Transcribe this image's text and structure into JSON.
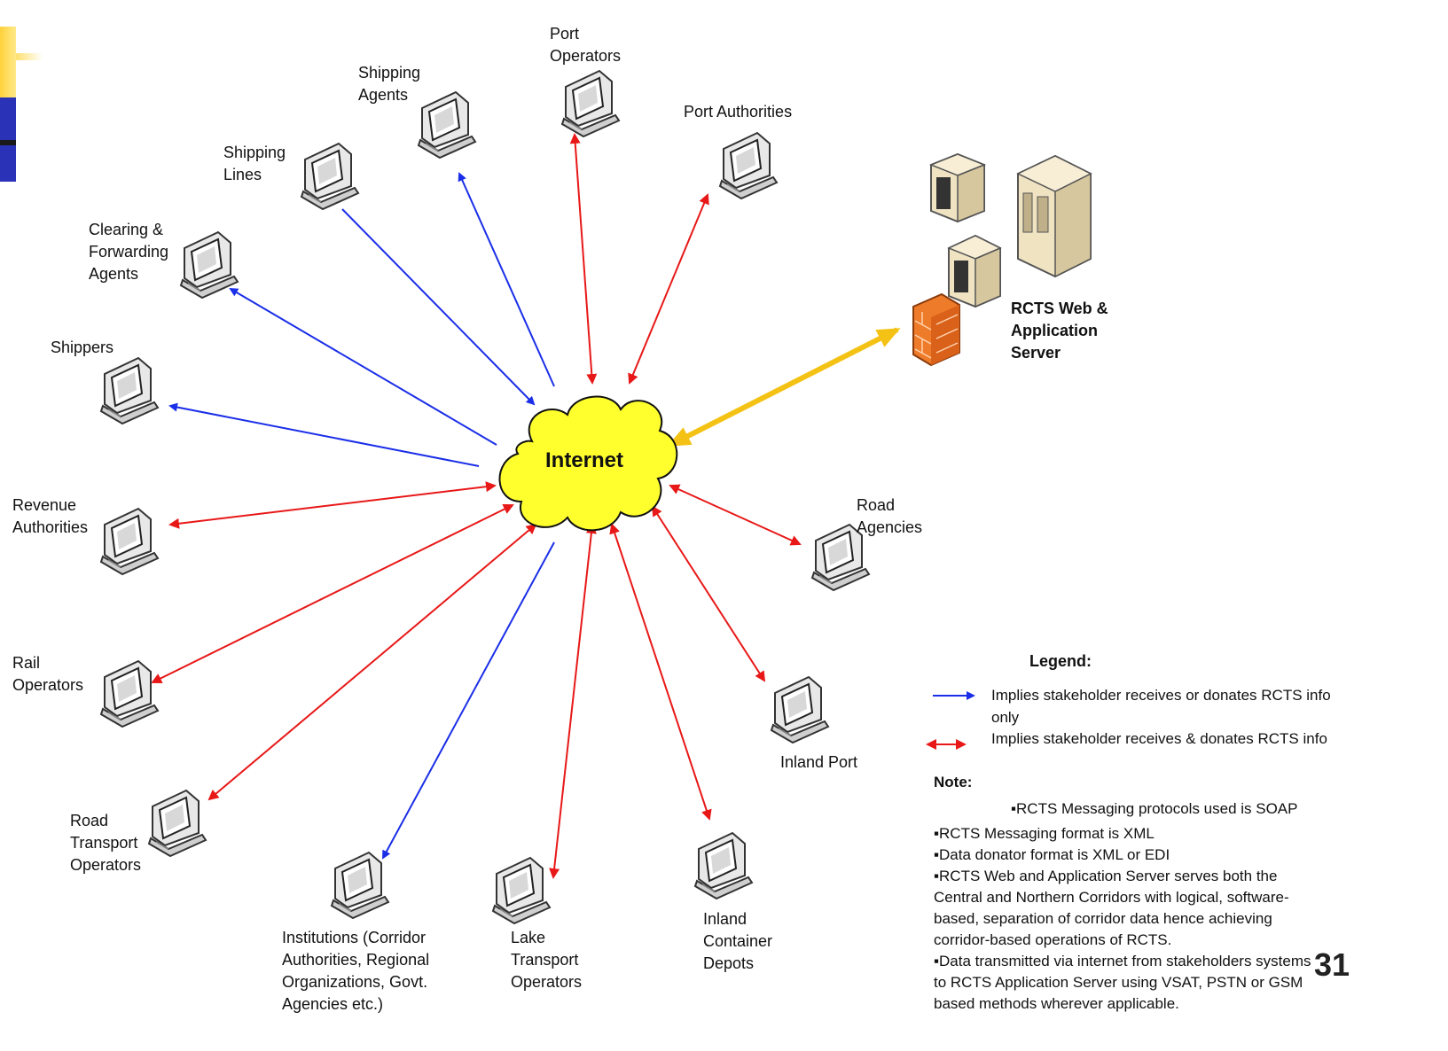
{
  "center": {
    "label": "Internet"
  },
  "stakeholders": [
    {
      "id": "port-operators",
      "label": "Port\nOperators",
      "link": "bidirectional"
    },
    {
      "id": "shipping-agents",
      "label": "Shipping\nAgents",
      "link": "one-way"
    },
    {
      "id": "port-authorities",
      "label": "Port Authorities",
      "link": "bidirectional"
    },
    {
      "id": "shipping-lines",
      "label": "Shipping\nLines",
      "link": "one-way"
    },
    {
      "id": "clearing-forwarding-agents",
      "label": "Clearing &\nForwarding\nAgents",
      "link": "one-way"
    },
    {
      "id": "shippers",
      "label": "Shippers",
      "link": "one-way"
    },
    {
      "id": "revenue-authorities",
      "label": "Revenue\nAuthorities",
      "link": "bidirectional"
    },
    {
      "id": "rail-operators",
      "label": "Rail\nOperators",
      "link": "bidirectional"
    },
    {
      "id": "road-transport-operators",
      "label": "Road\nTransport\nOperators",
      "link": "bidirectional"
    },
    {
      "id": "institutions",
      "label": "Institutions (Corridor\nAuthorities, Regional\nOrganizations, Govt.\nAgencies etc.)",
      "link": "one-way"
    },
    {
      "id": "lake-transport-operators",
      "label": "Lake\nTransport\nOperators",
      "link": "bidirectional"
    },
    {
      "id": "inland-container-depots",
      "label": "Inland\nContainer\nDepots",
      "link": "bidirectional"
    },
    {
      "id": "inland-port",
      "label": "Inland Port",
      "link": "bidirectional"
    },
    {
      "id": "road-agencies",
      "label": "Road\nAgencies",
      "link": "bidirectional"
    }
  ],
  "server": {
    "label": "RCTS Web &\nApplication\nServer",
    "link": "bidirectional"
  },
  "legend": {
    "title": "Legend:",
    "items": [
      {
        "icon": "blue-one-way-arrow-icon",
        "color": "#1a2ee8",
        "text": "Implies stakeholder receives or donates RCTS info\nonly"
      },
      {
        "icon": "red-double-arrow-icon",
        "color": "#e81818",
        "text": "Implies stakeholder receives & donates RCTS info"
      }
    ]
  },
  "note": {
    "title": "Note:",
    "lines": [
      "▪RCTS Messaging protocols used is SOAP",
      "▪RCTS Messaging format is XML",
      "▪Data donator format is XML or EDI",
      "▪RCTS Web and Application Server serves both the",
      "Central and Northern Corridors with logical, software-",
      "based, separation of corridor data hence achieving",
      "corridor-based operations of RCTS.",
      "▪Data transmitted via internet from stakeholders systems",
      "to RCTS Application Server using VSAT, PSTN or GSM",
      "based methods wherever applicable."
    ]
  },
  "page_number": "31",
  "colors": {
    "one_way": "#1a2ee8",
    "bidirectional": "#e81818",
    "server_link": "#f4c215",
    "cloud_fill": "#ffff2e"
  }
}
